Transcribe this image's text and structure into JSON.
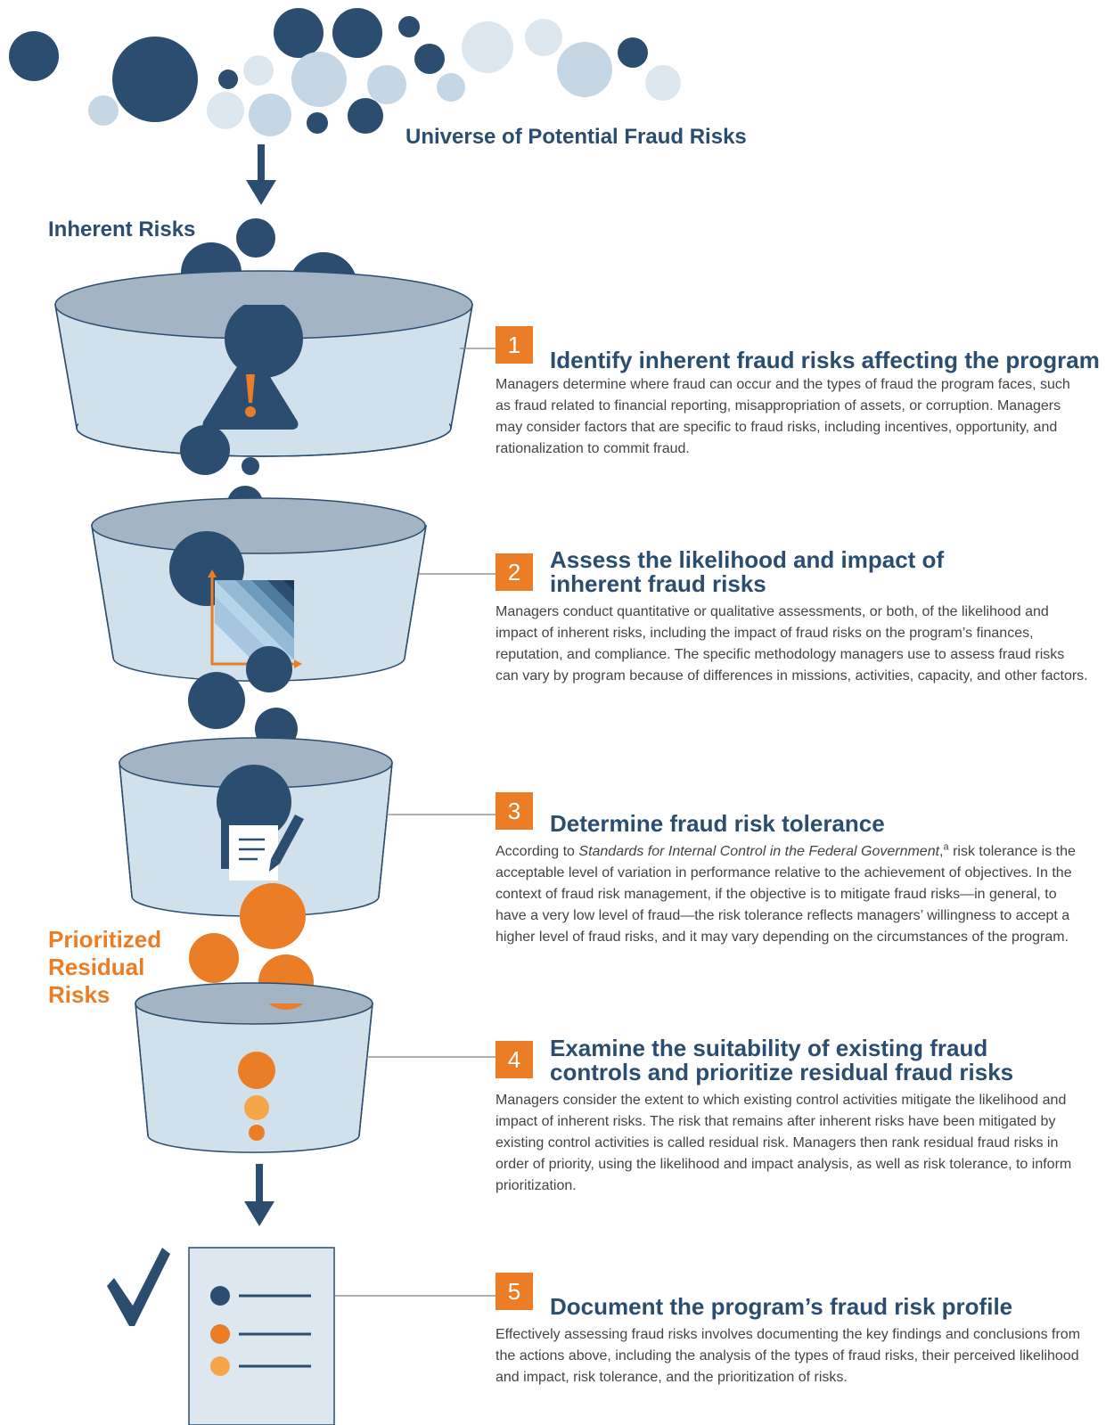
{
  "labels": {
    "universe": "Universe of Potential Fraud Risks",
    "inherent": "Inherent Risks",
    "prioritized": [
      "Prioritized",
      "Residual",
      "Risks"
    ]
  },
  "steps": [
    {
      "number": "1",
      "title": [
        "Identify inherent fraud risks affecting the program"
      ],
      "body": "Managers determine where fraud can occur and the types of fraud the program faces, such as fraud related to financial reporting, misappropriation of assets, or corruption. Managers may consider factors that are specific to fraud risks, including incentives, opportunity, and rationalization to commit fraud."
    },
    {
      "number": "2",
      "title": [
        "Assess the likelihood and impact of",
        "inherent fraud risks"
      ],
      "body": "Managers conduct quantitative or qualitative assessments, or both, of the likelihood and impact of inherent risks, including the impact of fraud risks on the program’s finances, reputation, and compliance. The specific methodology managers use to assess fraud risks can vary by program because of differences in missions, activities, capacity, and other factors."
    },
    {
      "number": "3",
      "title": [
        "Determine fraud risk tolerance"
      ],
      "body_prefix": "According to ",
      "body_italic": "Standards for Internal Control in the Federal Government",
      "body_comma": ",",
      "body_sup": "a",
      "body": " risk tolerance is the acceptable level of variation in performance relative to the achievement of objectives. In the context of fraud risk management, if the objective is to mitigate fraud risks—in general, to have a very low level of fraud—the risk tolerance reflects managers’ willingness to accept a higher level of fraud risks, and it may vary depending on the circumstances of the program."
    },
    {
      "number": "4",
      "title": [
        "Examine the suitability of existing fraud",
        "controls and prioritize residual fraud risks"
      ],
      "body": "Managers consider the extent to which existing control activities mitigate the likelihood and impact of inherent risks. The risk that remains after inherent risks have been mitigated by existing control activities is called residual risk. Managers then rank residual fraud risks in order of priority, using the likelihood and impact analysis, as well as risk tolerance, to inform prioritization."
    },
    {
      "number": "5",
      "title": [
        "Document the program’s fraud risk profile"
      ],
      "body": "Effectively assessing fraud risks involves documenting the key findings and conclusions from the actions above, including the analysis of the types of fraud risks, their perceived likelihood and impact, risk tolerance, and the prioritization of risks."
    }
  ],
  "colors": {
    "navy": "#2b4d6f",
    "light_blue": "#c5d6e4",
    "pale_blue": "#dce7f0",
    "funnel_body": "#d0e1ec",
    "funnel_rim": "#a3b4c4",
    "orange": "#ea7d25",
    "light_orange": "#f6a54a"
  }
}
